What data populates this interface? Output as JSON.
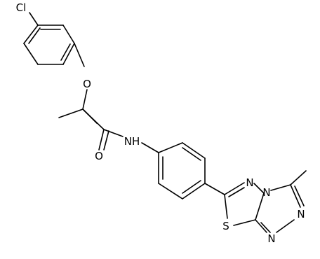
{
  "molecule": {
    "atoms": {
      "cl": "Cl",
      "o_ether": "O",
      "o_carbonyl": "O",
      "nh": "NH",
      "s": "S",
      "n1": "N",
      "n2": "N",
      "n3": "N",
      "n4": "N"
    }
  }
}
